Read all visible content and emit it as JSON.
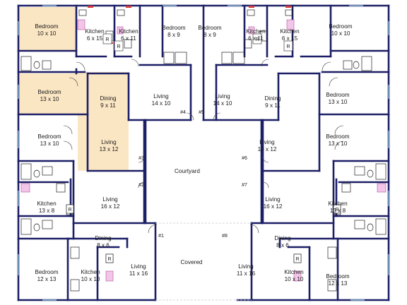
{
  "fixtures": {
    "fridge": "R"
  },
  "rooms": [
    {
      "name": "Bedroom",
      "size": "10 x 10"
    },
    {
      "name": "Kitchen",
      "size": "6 x 15"
    },
    {
      "name": "Kitchen",
      "size": "6 x 11"
    },
    {
      "name": "Bedroom",
      "size": "8 x 9"
    },
    {
      "name": "Bedroom",
      "size": "8 x 9"
    },
    {
      "name": "Kitchen",
      "size": "6 x 11"
    },
    {
      "name": "Kitchen",
      "size": "6 x 15"
    },
    {
      "name": "Bedroom",
      "size": "10 x 10"
    },
    {
      "name": "Bedroom",
      "size": "13 x 10"
    },
    {
      "name": "Dining",
      "size": "9 x 11"
    },
    {
      "name": "Living",
      "size": "14 x 10"
    },
    {
      "name": "Living",
      "size": "14 x 10"
    },
    {
      "name": "Dining",
      "size": "9 x 11"
    },
    {
      "name": "Bedroom",
      "size": "13 x 10"
    },
    {
      "name": "Bedroom",
      "size": "13 x 10"
    },
    {
      "name": "Living",
      "size": "13 x 12"
    },
    {
      "name": "Living",
      "size": "13 x 12"
    },
    {
      "name": "Bedroom",
      "size": "13 x 10"
    },
    {
      "name": "Courtyard",
      "size": ""
    },
    {
      "name": "Living",
      "size": "16 x 12"
    },
    {
      "name": "Living",
      "size": "16 x 12"
    },
    {
      "name": "Kitchen",
      "size": "13 x 8"
    },
    {
      "name": "Kitchen",
      "size": "13 x 8"
    },
    {
      "name": "Dining",
      "size": "8 x 6"
    },
    {
      "name": "Dining",
      "size": "8 x 6"
    },
    {
      "name": "Living",
      "size": "11 x 16"
    },
    {
      "name": "Covered",
      "size": ""
    },
    {
      "name": "Living",
      "size": "11 x 16"
    },
    {
      "name": "Bedroom",
      "size": "12 x 13"
    },
    {
      "name": "Kitchen",
      "size": "10 x 10"
    },
    {
      "name": "Kitchen",
      "size": "10 x 10"
    },
    {
      "name": "Bedroom",
      "size": "12 x 13"
    }
  ],
  "unit_numbers": [
    "#1",
    "#2",
    "#3",
    "#4",
    "#5",
    "#6",
    "#7",
    "#8"
  ]
}
